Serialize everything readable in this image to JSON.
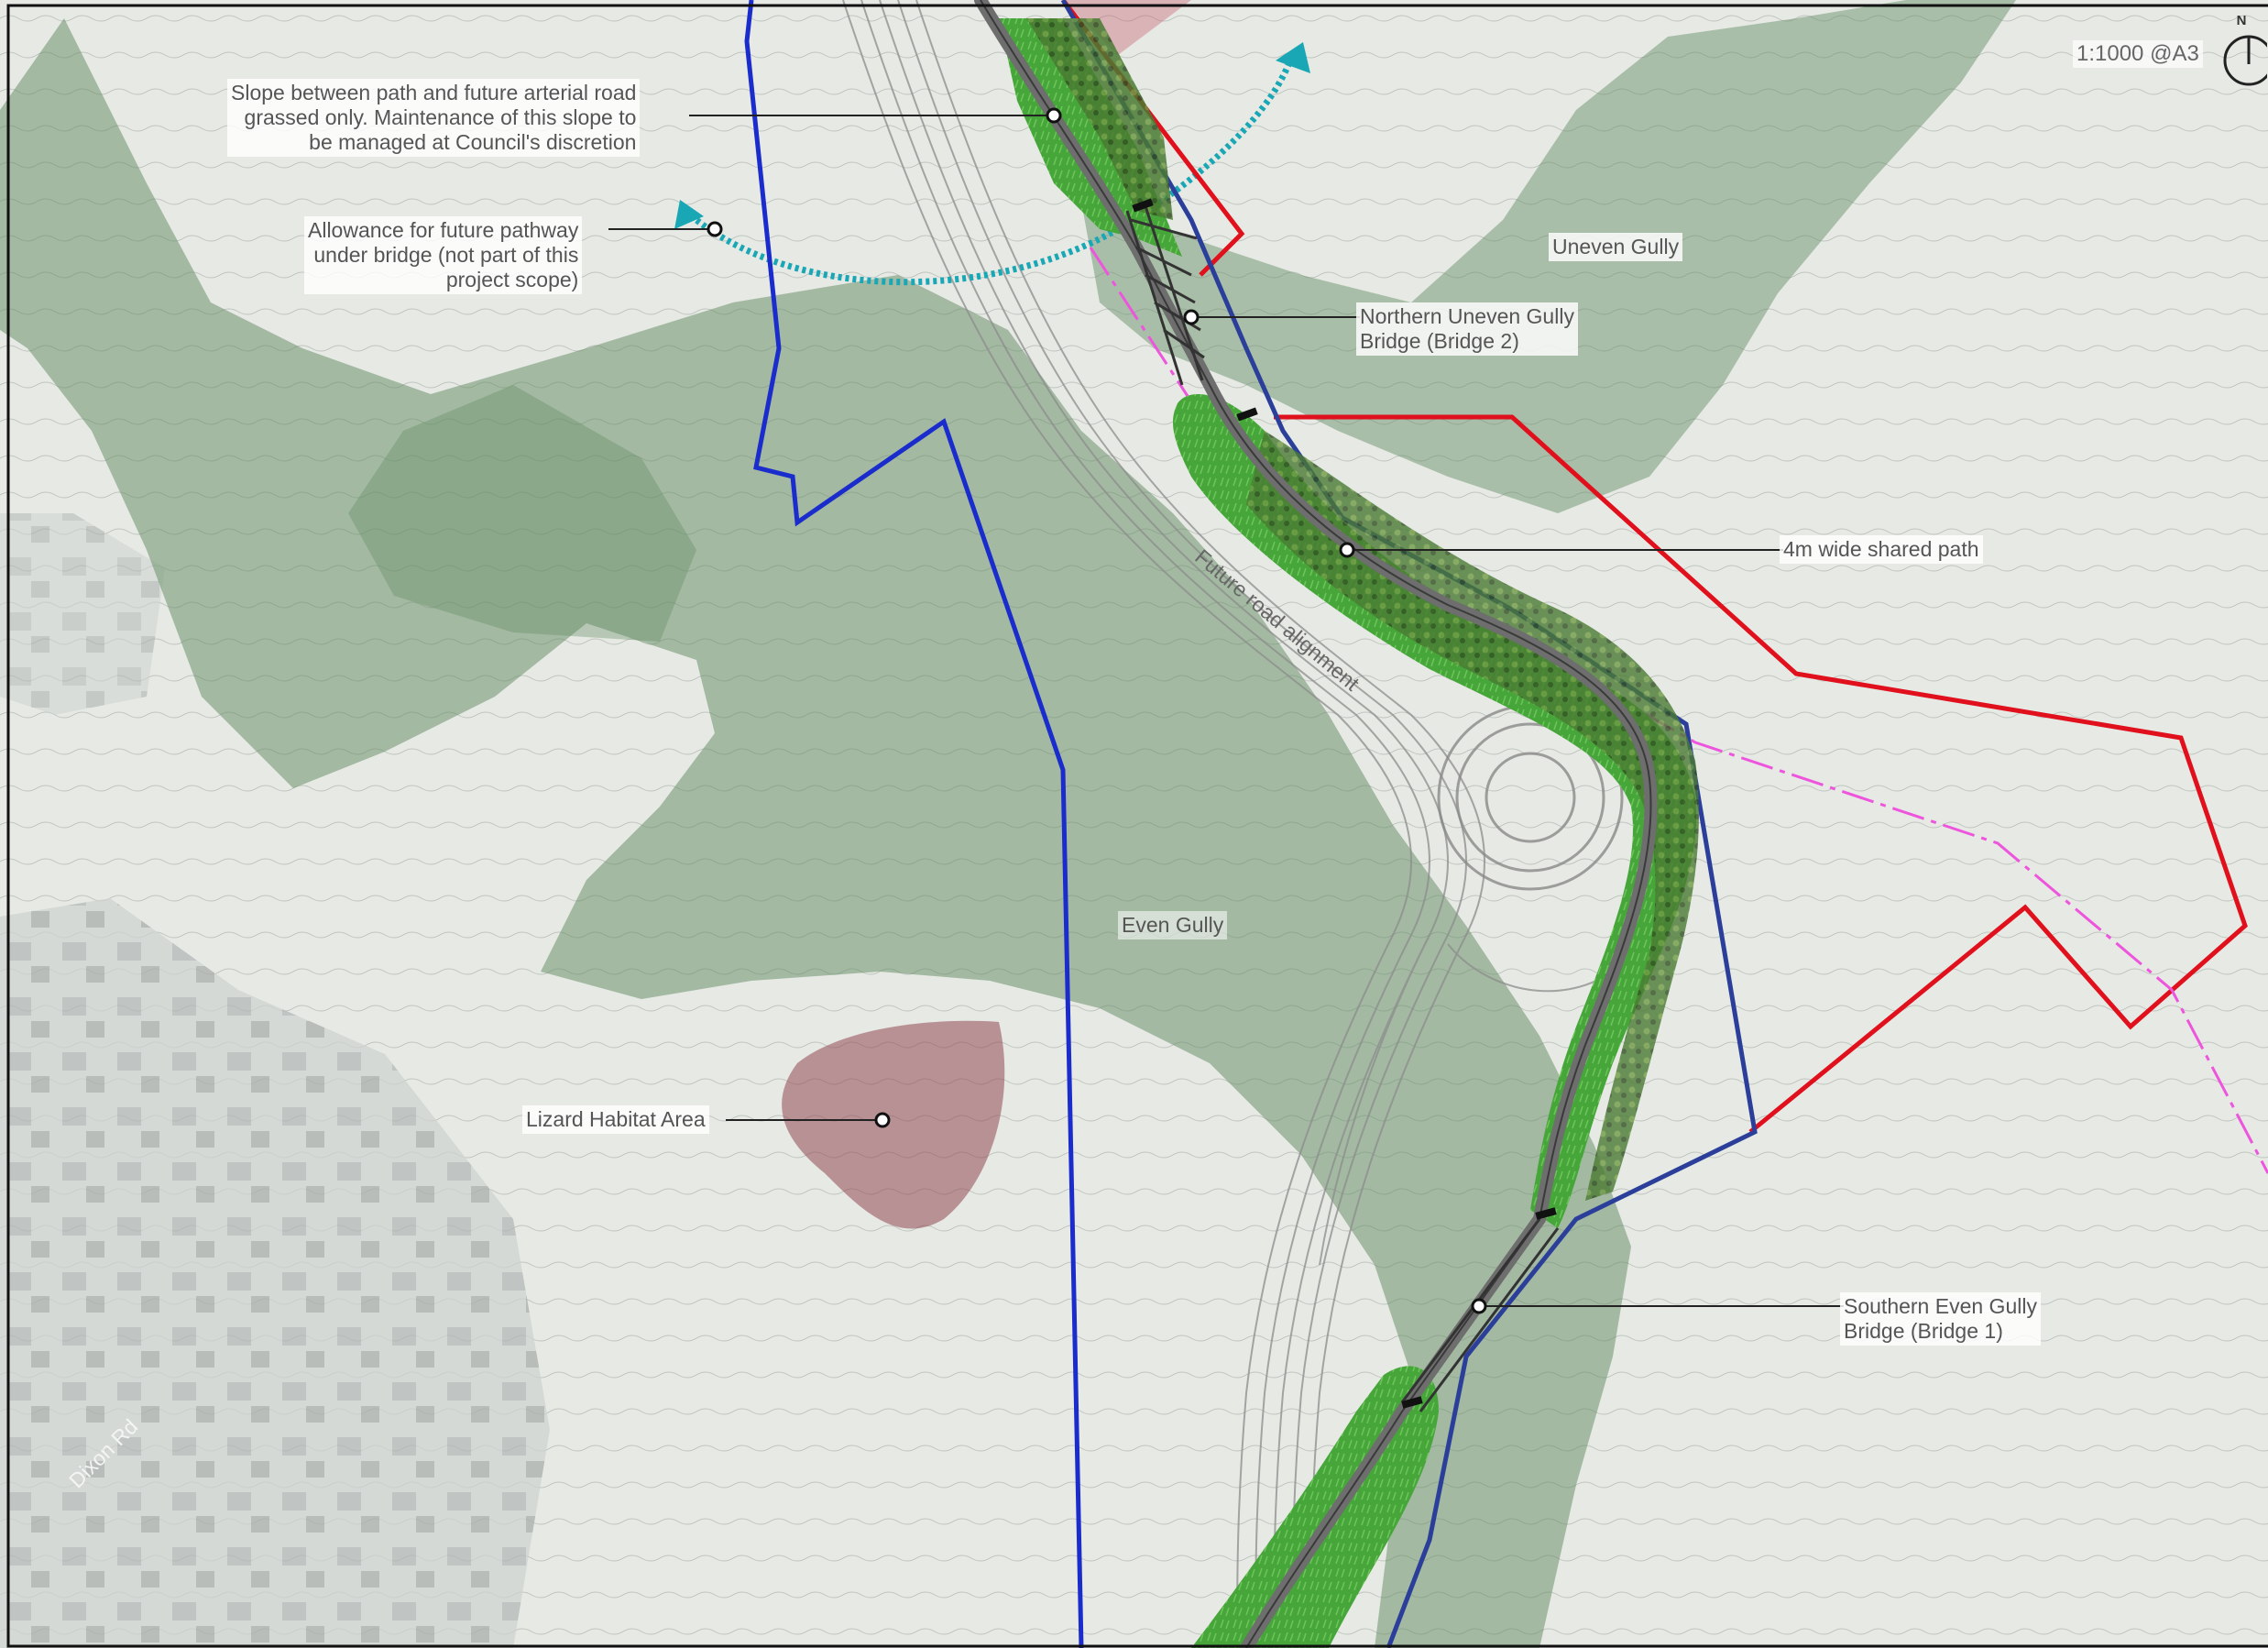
{
  "map": {
    "scale_text": "1:1000 @A3",
    "north_letter": "N",
    "annotations": {
      "slope_note": [
        "Slope between path and future arterial road",
        "grassed only. Maintenance of this slope to",
        "be managed at Council's discretion"
      ],
      "pathway_note": [
        "Allowance for future pathway",
        "under bridge (not part of this",
        "project scope)"
      ],
      "uneven_gully": "Uneven Gully",
      "northern_bridge": [
        "Northern Uneven Gully",
        "Bridge (Bridge 2)"
      ],
      "shared_path": "4m wide shared path",
      "future_road": "Future road alignment",
      "even_gully": "Even Gully",
      "lizard_habitat": "Lizard Habitat Area",
      "southern_bridge": [
        "Southern Even Gully",
        "Bridge (Bridge 1)"
      ],
      "dixon_rd": "Dixon Rd"
    },
    "colors": {
      "base": "#e6e9e4",
      "gully_overlay": "#5f8a5f",
      "planting": "#3f9e35",
      "bush": "#3d6a2a",
      "path": "#6e6e6e",
      "blue_boundary": "#1a2ccc",
      "navy_boundary": "#2b3f9a",
      "red_boundary": "#e0101c",
      "magenta_line": "#ee55dd",
      "teal_arrow": "#1aa7b5",
      "lizard_area": "#8a3a45"
    },
    "icons": [
      "north-arrow-icon",
      "leader-dot-icon",
      "arrow-head-icon"
    ]
  }
}
